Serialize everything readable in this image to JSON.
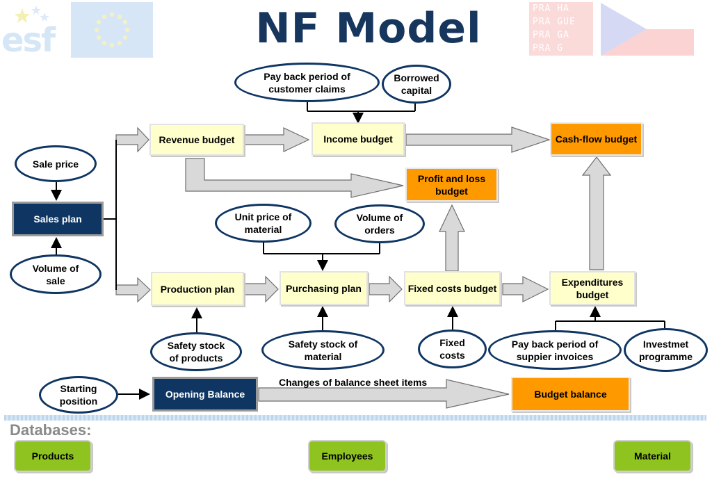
{
  "title": "NF Model",
  "logos": {
    "esf": "esf",
    "prague_text": "PRA HA\nPRA GUE\nPRA GA\nPRA G"
  },
  "nodes": {
    "revenue_budget": "Revenue budget",
    "income_budget": "Income budget",
    "cash_flow_budget": "Cash-flow budget",
    "profit_loss_budget": "Profit and loss budget",
    "sales_plan": "Sales plan",
    "production_plan": "Production plan",
    "purchasing_plan": "Purchasing plan",
    "fixed_costs_budget": "Fixed costs budget",
    "expenditures_budget": "Expenditures budget",
    "opening_balance": "Opening Balance",
    "budget_balance": "Budget balance"
  },
  "ovals": {
    "pay_back_customer": "Pay back period of customer claims",
    "borrowed_capital": "Borrowed capital",
    "sale_price": "Sale price",
    "volume_of_sale": "Volume of sale",
    "unit_price_material": "Unit price of material",
    "volume_of_orders": "Volume of orders",
    "safety_stock_products": "Safety stock of products",
    "safety_stock_material": "Safety stock of material",
    "fixed_costs": "Fixed costs",
    "pay_back_supplier": "Pay back period of suppier invoices",
    "investment_programme": "Investmet programme",
    "starting_position": "Starting position"
  },
  "labels": {
    "changes_balance": "Changes of balance sheet items"
  },
  "databases": {
    "title": "Databases:",
    "items": [
      "Products",
      "Employees",
      "Material"
    ]
  },
  "colors": {
    "navy": "#0f3563",
    "orange": "#ff9900",
    "cream": "#ffffcc",
    "green": "#8fc31f",
    "arrow_fill": "#d9d9d9"
  }
}
